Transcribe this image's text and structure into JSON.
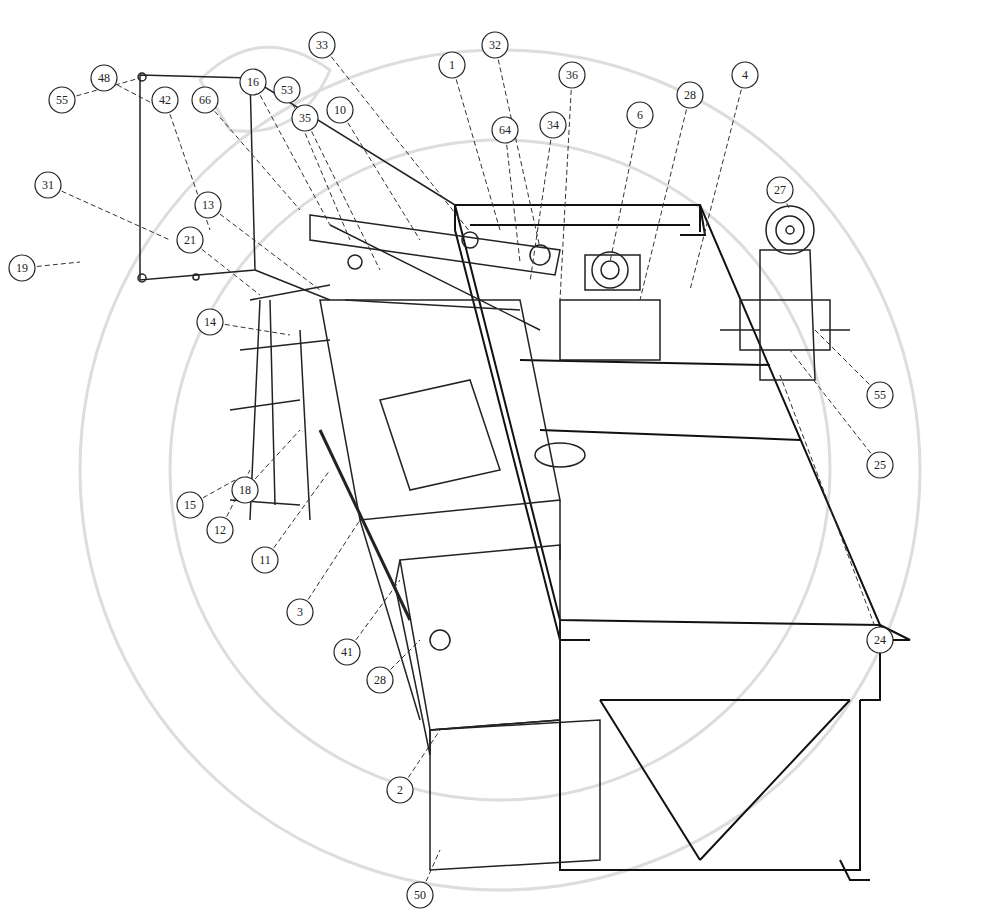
{
  "diagram": {
    "labels": [
      "55",
      "48",
      "42",
      "66",
      "16",
      "53",
      "35",
      "33",
      "10",
      "1",
      "32",
      "64",
      "34",
      "36",
      "6",
      "28",
      "4",
      "27",
      "55",
      "25",
      "24",
      "50",
      "2",
      "28",
      "41",
      "3",
      "11",
      "12",
      "18",
      "15",
      "14",
      "21",
      "13",
      "31",
      "19"
    ]
  }
}
